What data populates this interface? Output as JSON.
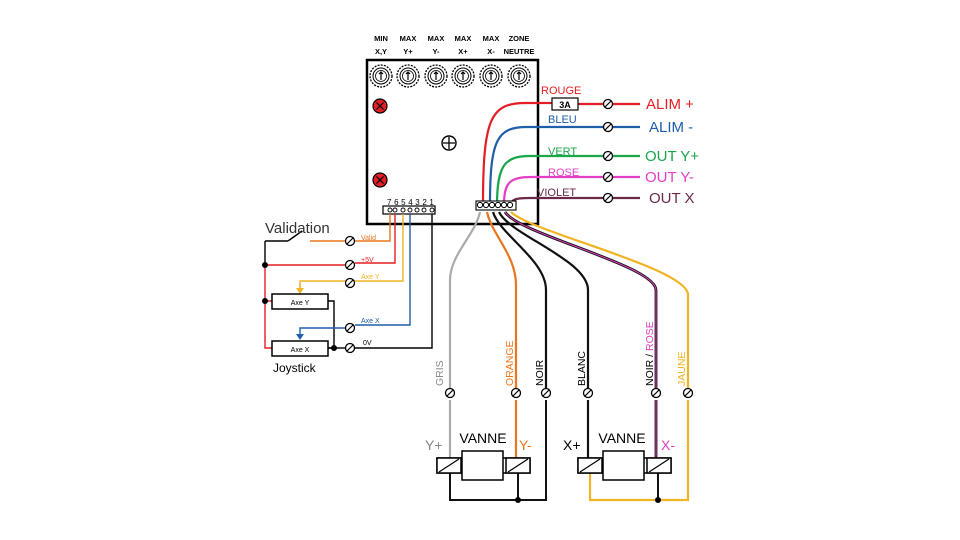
{
  "potentiometers": [
    {
      "line1": "MIN",
      "line2": "X,Y"
    },
    {
      "line1": "MAX",
      "line2": "Y+"
    },
    {
      "line1": "MAX",
      "line2": "Y-"
    },
    {
      "line1": "MAX",
      "line2": "X+"
    },
    {
      "line1": "MAX",
      "line2": "X-"
    },
    {
      "line1": "ZONE",
      "line2": "NEUTRE"
    }
  ],
  "connector_pins": "7 6 5 4 3 2 1",
  "fuse": "3A",
  "wires": [
    {
      "label": "ROUGE",
      "output": "ALIM +",
      "color": "#e31e24"
    },
    {
      "label": "BLEU",
      "output": "ALIM -",
      "color": "#1f5ea8"
    },
    {
      "label": "VERT",
      "output": "OUT Y+",
      "color": "#1aa64a"
    },
    {
      "label": "ROSE",
      "output": "OUT Y-",
      "color": "#e43fc4"
    },
    {
      "label": "VIOLET",
      "output": "OUT X",
      "color": "#6b2a4a"
    }
  ],
  "left": {
    "validation": "Validation",
    "valid": "Valid",
    "plus5v": "+5V",
    "axe_y_wire": "Axe Y",
    "axe_y_box": "Axe Y",
    "axe_x_wire": "Axe X",
    "axe_x_box": "Axe X",
    "zero_v": "0V",
    "joystick": "Joystick"
  },
  "cables": {
    "gris": "GRIS",
    "orange": "ORANGE",
    "noir": "NOIR",
    "blanc": "BLANC",
    "noir_part": "NOIR / ",
    "rose_part": "ROSE",
    "jaune": "JAUNE"
  },
  "valves": [
    {
      "title": "VANNE",
      "left": "Y+",
      "right": "Y-"
    },
    {
      "title": "VANNE",
      "left": "X+",
      "right": "X-"
    }
  ]
}
